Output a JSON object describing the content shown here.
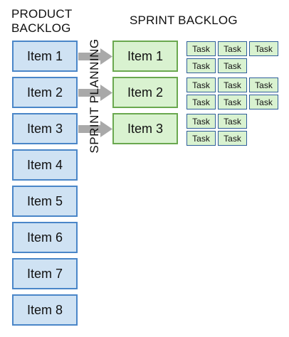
{
  "titles": {
    "product_backlog_line1": "PRODUCT",
    "product_backlog_line2": "BACKLOG",
    "sprint_backlog": "SPRINT BACKLOG",
    "sprint_planning": "SPRINT PLANNING"
  },
  "product_backlog": [
    "Item 1",
    "Item 2",
    "Item 3",
    "Item 4",
    "Item 5",
    "Item 6",
    "Item 7",
    "Item 8"
  ],
  "sprint_backlog": [
    {
      "label": "Item 1",
      "tasks": [
        "Task",
        "Task",
        "Task",
        "Task",
        "Task"
      ]
    },
    {
      "label": "Item 2",
      "tasks": [
        "Task",
        "Task",
        "Task",
        "Task",
        "Task",
        "Task"
      ]
    },
    {
      "label": "Item 3",
      "tasks": [
        "Task",
        "Task",
        "Task",
        "Task"
      ]
    }
  ],
  "colors": {
    "product_fill": "#cfe2f3",
    "product_border": "#4a86c8",
    "sprint_fill": "#d9f2d0",
    "sprint_border": "#6aa84f",
    "task_border": "#2f5f9a",
    "arrow": "#a9a9a9"
  }
}
